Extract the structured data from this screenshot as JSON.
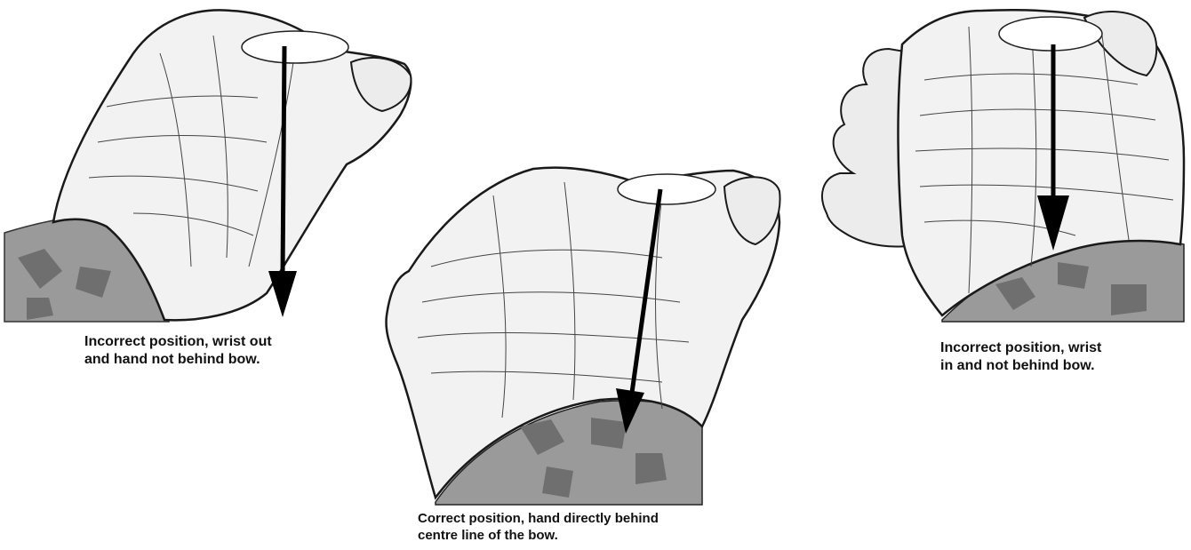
{
  "figure": {
    "panels": [
      {
        "id": "left",
        "caption": "Incorrect position, wrist out\nand hand not behind bow."
      },
      {
        "id": "center",
        "caption": "Correct position, hand directly behind\ncentre line of the bow."
      },
      {
        "id": "right",
        "caption": "Incorrect position, wrist\nin and not behind bow."
      }
    ]
  },
  "colors": {
    "skin_fill": "#f2f2f2",
    "skin_line": "#1a1a1a",
    "sleeve_light": "#9a9a9a",
    "sleeve_dark": "#6f6f6f",
    "grip_ellipse": "#ffffff",
    "arrow": "#000000"
  }
}
